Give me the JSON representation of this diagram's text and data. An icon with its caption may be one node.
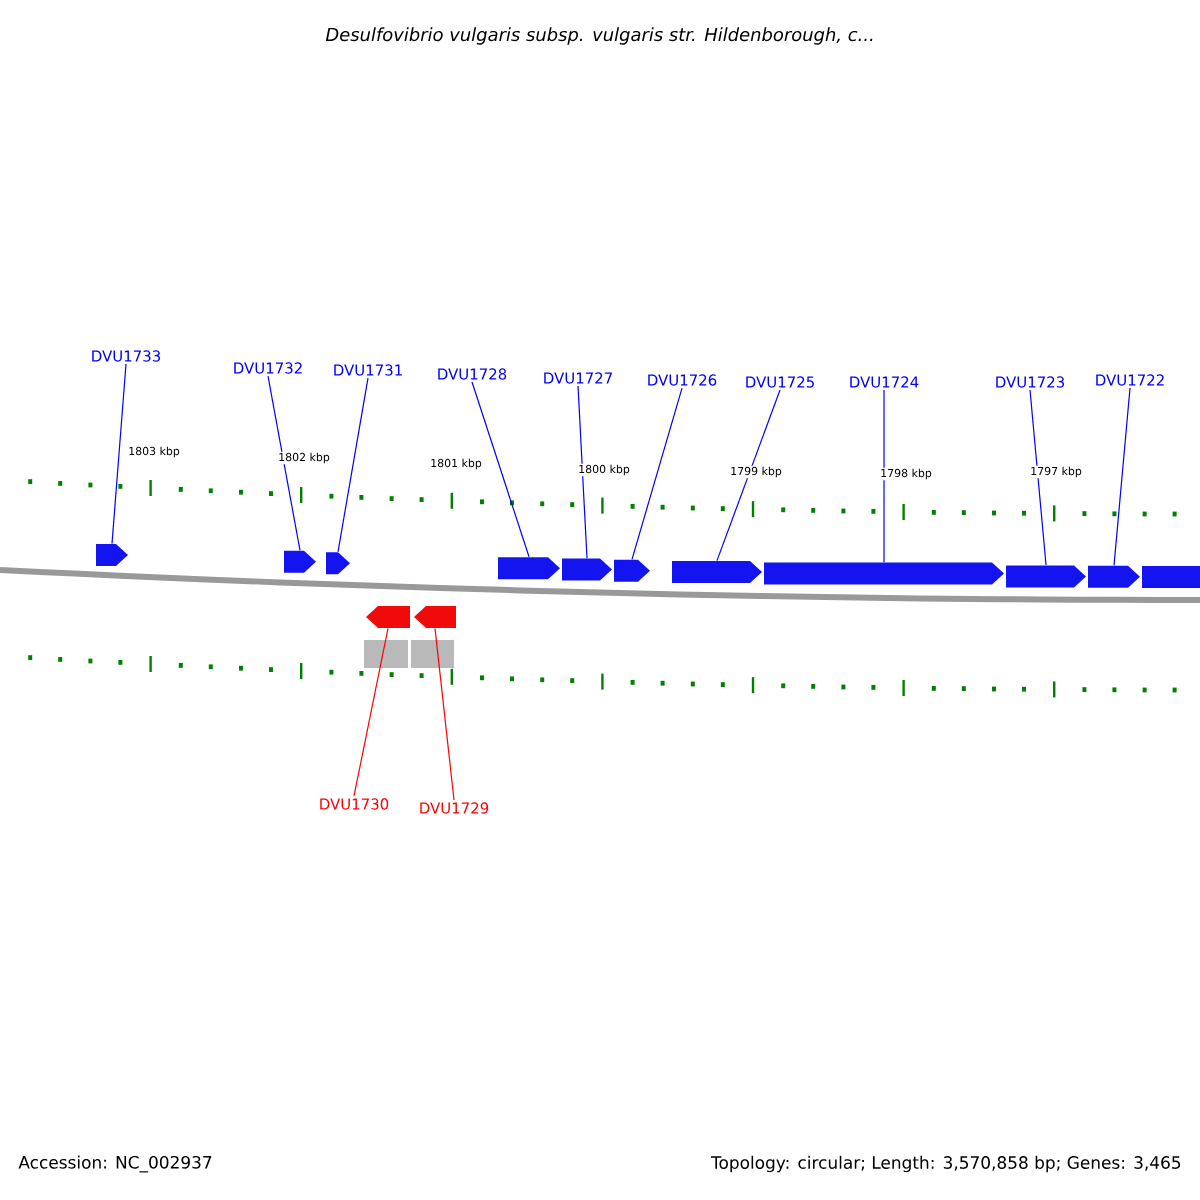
{
  "diagram": {
    "title": "Desulfovibrio vulgaris subsp. vulgaris str. Hildenborough, c...",
    "nodes": [
      {
        "text": [
          "DVU1733"
        ]
      },
      {
        "text": [
          "DVU1732"
        ]
      },
      {
        "text": [
          "DVU1731"
        ]
      },
      {
        "text": [
          "DVU1728"
        ]
      },
      {
        "text": [
          "DVU1727"
        ]
      },
      {
        "text": [
          "DVU1726"
        ]
      },
      {
        "text": [
          "DVU1725"
        ]
      },
      {
        "text": [
          "DVU1724"
        ]
      },
      {
        "text": [
          "DVU1723"
        ]
      },
      {
        "text": [
          "DVU1722"
        ]
      },
      {
        "text": [
          "DVU1730"
        ]
      },
      {
        "text": [
          "DVU1729"
        ]
      },
      {
        "text": [],
        "shape": "pentagon"
      },
      {
        "text": [],
        "shape": "pentagon"
      },
      {
        "text": [],
        "shape": "pentagon"
      },
      {
        "text": [],
        "shape": "pentagon"
      },
      {
        "text": [],
        "shape": "pentagon"
      },
      {
        "text": [],
        "shape": "pentagon"
      },
      {
        "text": [],
        "shape": "pentagon"
      },
      {
        "text": [],
        "shape": "pentagon"
      },
      {
        "text": [],
        "shape": "pentagon"
      },
      {
        "text": [],
        "shape": "pentagon"
      },
      {
        "text": [],
        "shape": "box"
      },
      {
        "text": [],
        "shape": "pentagon"
      },
      {
        "text": [],
        "shape": "pentagon"
      }
    ],
    "edges": [
      {
        "from": 0,
        "to": 12,
        "arrow": "none"
      },
      {
        "from": 1,
        "to": 13,
        "arrow": "none"
      },
      {
        "from": 2,
        "to": 14,
        "arrow": "none"
      },
      {
        "from": 3,
        "to": 15,
        "arrow": "none"
      },
      {
        "from": 4,
        "to": 16,
        "arrow": "none"
      },
      {
        "from": 5,
        "to": 17,
        "arrow": "none"
      },
      {
        "from": 6,
        "to": 18,
        "arrow": "none"
      },
      {
        "from": 7,
        "to": 19,
        "arrow": "none"
      },
      {
        "from": 8,
        "to": 20,
        "arrow": "none"
      },
      {
        "from": 9,
        "to": 21,
        "arrow": "none"
      },
      {
        "from": 10,
        "to": 23,
        "arrow": "none",
        "color": "#ff0000"
      },
      {
        "from": 11,
        "to": 24,
        "arrow": "none",
        "color": "#ff0000"
      }
    ],
    "labels": [
      "1803 kbp",
      "1802 kbp",
      "1801 kbp",
      "1800 kbp",
      "1799 kbp",
      "1798 kbp",
      "1797 kbp",
      "Accession: NC_002937",
      "Topology: circular; Length: 3,570,858 bp; Genes: 3,465"
    ]
  }
}
